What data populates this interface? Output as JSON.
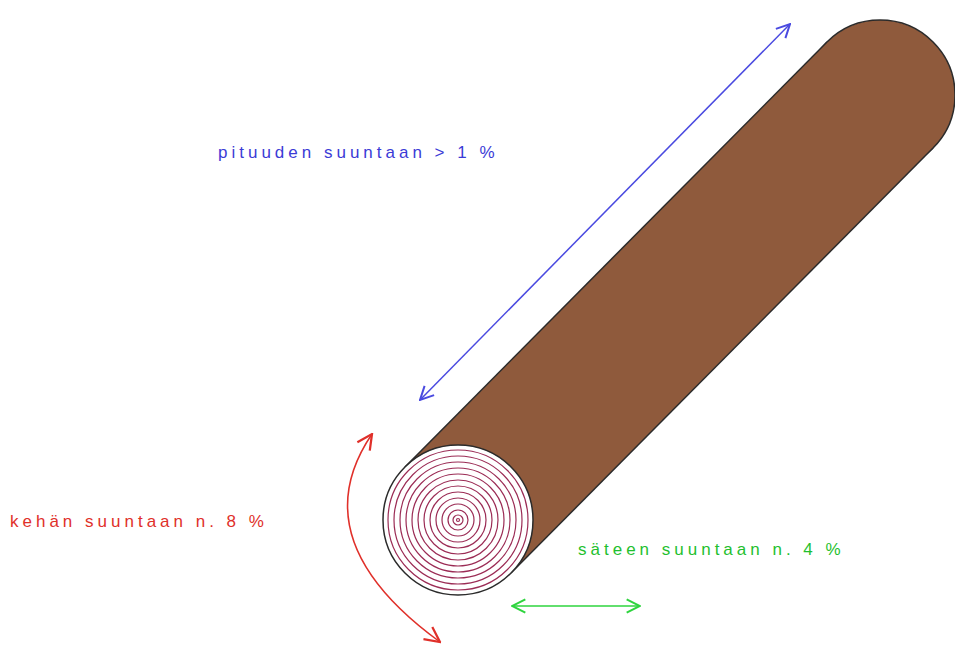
{
  "diagram": {
    "labels": [
      "pituuden suuntaan > 1 %",
      "kehän suuntaan n. 8 %",
      "säteen suuntaan n. 4 %"
    ]
  }
}
